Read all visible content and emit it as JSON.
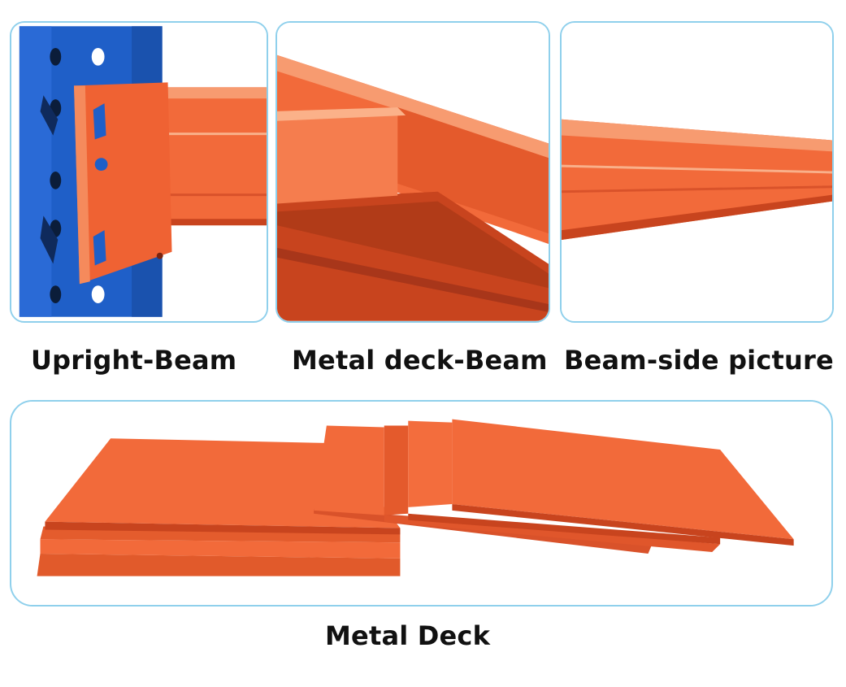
{
  "captions": {
    "upright_beam": "Upright-Beam",
    "metal_deck_beam": "Metal deck-Beam",
    "beam_side": "Beam-side picture",
    "metal_deck": "Metal Deck"
  },
  "colors": {
    "panel_border": "#8fd0ec",
    "upright_blue": "#1f5fc8",
    "beam_orange": "#f26a3a",
    "beam_dark": "#c8441e"
  }
}
